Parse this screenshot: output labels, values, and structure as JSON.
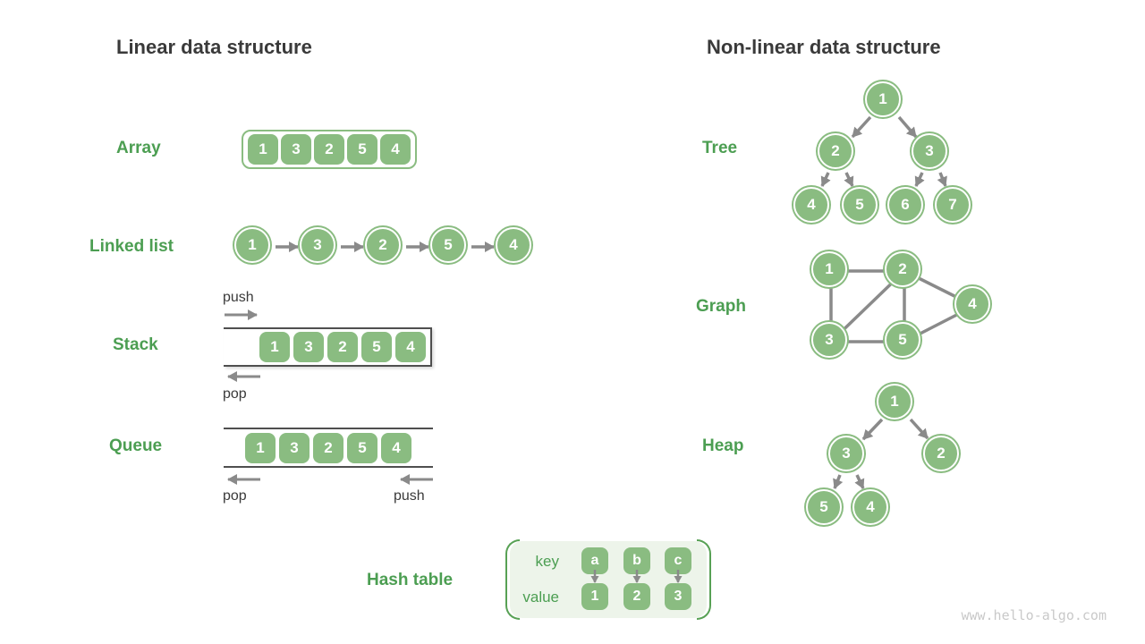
{
  "colors": {
    "node_green": "#8abc81",
    "label_green": "#4c9e52",
    "bracket_green": "#58a155",
    "title_dark": "#3a3a3a",
    "arrow_gray": "#8a8a8a",
    "container_line": "#4f4f4f",
    "hash_bg": "#edf4ea",
    "watermark_gray": "#c9c9c9"
  },
  "linear": {
    "title": "Linear data structure",
    "array": {
      "label": "Array",
      "values": [
        "1",
        "3",
        "2",
        "5",
        "4"
      ]
    },
    "linked_list": {
      "label": "Linked list",
      "values": [
        "1",
        "3",
        "2",
        "5",
        "4"
      ]
    },
    "stack": {
      "label": "Stack",
      "values": [
        "1",
        "3",
        "2",
        "5",
        "4"
      ],
      "push": "push",
      "pop": "pop"
    },
    "queue": {
      "label": "Queue",
      "values": [
        "1",
        "3",
        "2",
        "5",
        "4"
      ],
      "push": "push",
      "pop": "pop"
    },
    "hash_table": {
      "label": "Hash table",
      "key_header": "key",
      "value_header": "value",
      "keys": [
        "a",
        "b",
        "c"
      ],
      "values": [
        "1",
        "2",
        "3"
      ]
    }
  },
  "nonlinear": {
    "title": "Non-linear data structure",
    "tree": {
      "label": "Tree",
      "nodes": [
        "1",
        "2",
        "3",
        "4",
        "5",
        "6",
        "7"
      ],
      "edges": [
        [
          "1",
          "2"
        ],
        [
          "1",
          "3"
        ],
        [
          "2",
          "4"
        ],
        [
          "2",
          "5"
        ],
        [
          "3",
          "6"
        ],
        [
          "3",
          "7"
        ]
      ]
    },
    "graph": {
      "label": "Graph",
      "nodes": [
        "1",
        "2",
        "4",
        "3",
        "5"
      ],
      "edges": [
        [
          "1",
          "2"
        ],
        [
          "1",
          "3"
        ],
        [
          "2",
          "3"
        ],
        [
          "2",
          "5"
        ],
        [
          "2",
          "4"
        ],
        [
          "3",
          "5"
        ],
        [
          "5",
          "4"
        ]
      ]
    },
    "heap": {
      "label": "Heap",
      "nodes": [
        "1",
        "3",
        "2",
        "5",
        "4"
      ],
      "edges": [
        [
          "1",
          "3"
        ],
        [
          "1",
          "2"
        ],
        [
          "3",
          "5"
        ],
        [
          "3",
          "4"
        ]
      ]
    }
  },
  "watermark": "www.hello-algo.com"
}
